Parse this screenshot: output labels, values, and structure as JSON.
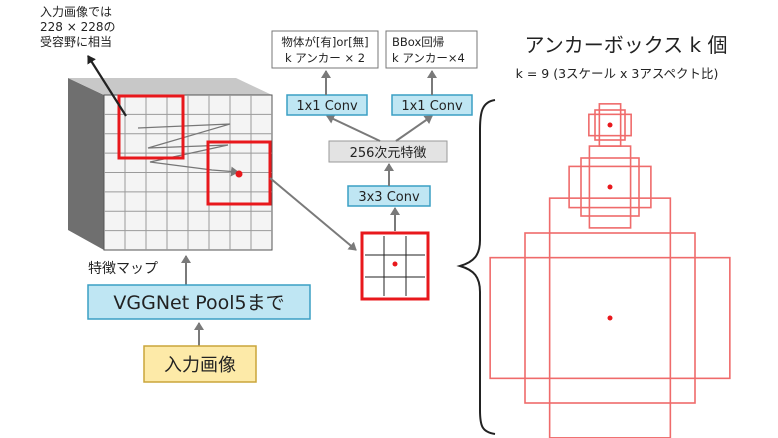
{
  "receptive_note": {
    "line1": "入力画像では",
    "line2": "228 × 228の",
    "line3": "受容野に相当"
  },
  "feature_map_label": "特徴マップ",
  "backbone_label": "VGGNet Pool5まで",
  "input_label": "入力画像",
  "conv3x3_label": "3x3 Conv",
  "features256_label": "256次元特徴",
  "cls_branch": {
    "conv_label": "1x1 Conv",
    "out_line1": "物体が[有]or[無]",
    "out_line2": "k アンカー × 2"
  },
  "reg_branch": {
    "conv_label": "1x1 Conv",
    "out_line1": "BBox回帰",
    "out_line2": "k アンカー×4"
  },
  "anchor_title": "アンカーボックス k 個",
  "anchor_subtitle": "k = 9 (3スケール x 3アスペクト比)",
  "colors": {
    "conv_box_fill": "#bfe6f3",
    "conv_box_stroke": "#3a9fc4",
    "input_box_fill": "#fdeaa8",
    "input_box_stroke": "#caa53a",
    "gray_box_fill": "#e3e3e3",
    "highlight_red": "#e8181c",
    "anchor_red": "#ef6b6b",
    "arrow_gray": "#7a7a7a"
  }
}
